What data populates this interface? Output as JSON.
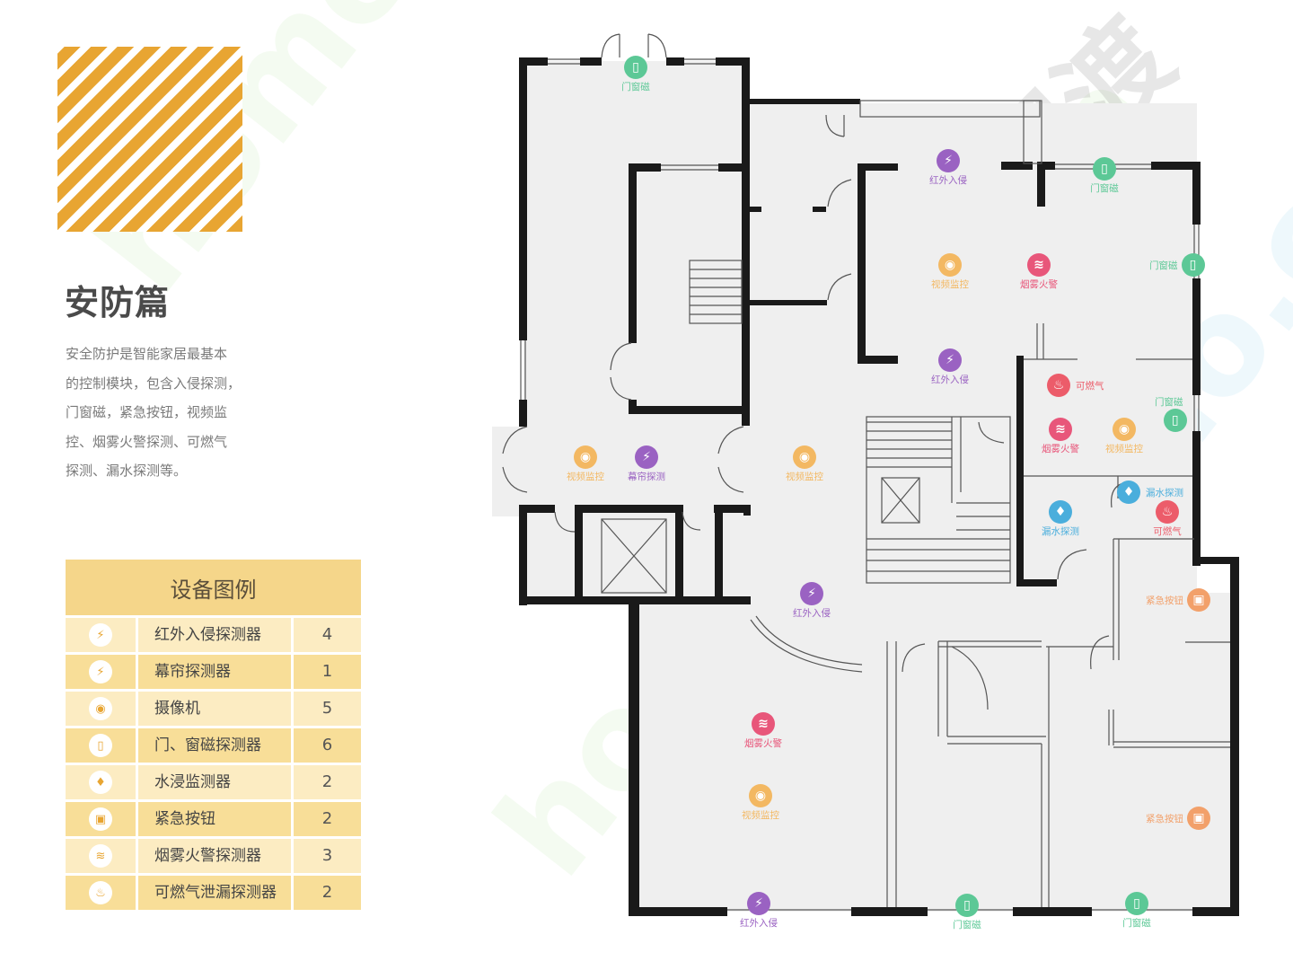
{
  "page": {
    "title": "安防篇",
    "description_lines": [
      "安全防护是智能家居最基本",
      "的控制模块，包含入侵探测，",
      "门窗磁，紧急按钮，视频监",
      "控、烟雾火警探测、可燃气",
      "探测、漏水探测等。"
    ]
  },
  "legend": {
    "heading": "设备图例",
    "rows": [
      {
        "icon": "infrared-intrusion-icon",
        "name": "红外入侵探测器",
        "count": "4"
      },
      {
        "icon": "curtain-detector-icon",
        "name": "幕帘探测器",
        "count": "1"
      },
      {
        "icon": "camera-icon",
        "name": "摄像机",
        "count": "5"
      },
      {
        "icon": "door-magnet-icon",
        "name": "门、窗磁探测器",
        "count": "6"
      },
      {
        "icon": "water-leak-icon",
        "name": "水浸监测器",
        "count": "2"
      },
      {
        "icon": "emergency-button-icon",
        "name": "紧急按钮",
        "count": "2"
      },
      {
        "icon": "smoke-fire-icon",
        "name": "烟雾火警探测器",
        "count": "3"
      },
      {
        "icon": "gas-leak-icon",
        "name": "可燃气泄漏探测器",
        "count": "2"
      }
    ]
  },
  "colors": {
    "door": "#5cc896",
    "infrared": "#9a62c2",
    "camera": "#f3b862",
    "smoke": "#e8567a",
    "gas": "#ec5c6a",
    "water": "#4aaedc",
    "emergency": "#f2a06a",
    "legend_head": "#f5d68a",
    "stripe": "#e8a532"
  },
  "floorplan": {
    "devices": [
      {
        "type": "door",
        "icon": "door-magnet-icon",
        "label": "门窗磁"
      },
      {
        "type": "door",
        "icon": "door-magnet-icon",
        "label": "门窗磁"
      },
      {
        "type": "door",
        "icon": "door-magnet-icon",
        "label": "门窗磁"
      },
      {
        "type": "door",
        "icon": "door-magnet-icon",
        "label": "门窗磁"
      },
      {
        "type": "door",
        "icon": "door-magnet-icon",
        "label": "门窗磁"
      },
      {
        "type": "door",
        "icon": "door-magnet-icon",
        "label": "门窗磁"
      },
      {
        "type": "infrared",
        "icon": "infrared-intrusion-icon",
        "label": "红外入侵"
      },
      {
        "type": "infrared",
        "icon": "infrared-intrusion-icon",
        "label": "红外入侵"
      },
      {
        "type": "infrared",
        "icon": "infrared-intrusion-icon",
        "label": "红外入侵"
      },
      {
        "type": "infrared",
        "icon": "infrared-intrusion-icon",
        "label": "红外入侵"
      },
      {
        "type": "infrared",
        "icon": "curtain-detector-icon",
        "label": "幕帘探测"
      },
      {
        "type": "camera",
        "icon": "camera-icon",
        "label": "视频监控"
      },
      {
        "type": "camera",
        "icon": "camera-icon",
        "label": "视频监控"
      },
      {
        "type": "camera",
        "icon": "camera-icon",
        "label": "视频监控"
      },
      {
        "type": "camera",
        "icon": "camera-icon",
        "label": "视频监控"
      },
      {
        "type": "camera",
        "icon": "camera-icon",
        "label": "视频监控"
      },
      {
        "type": "smoke",
        "icon": "smoke-fire-icon",
        "label": "烟雾火警"
      },
      {
        "type": "smoke",
        "icon": "smoke-fire-icon",
        "label": "烟雾火警"
      },
      {
        "type": "smoke",
        "icon": "smoke-fire-icon",
        "label": "烟雾火警"
      },
      {
        "type": "gas",
        "icon": "gas-leak-icon",
        "label": "可燃气"
      },
      {
        "type": "gas",
        "icon": "gas-leak-icon",
        "label": "可燃气"
      },
      {
        "type": "water",
        "icon": "water-leak-icon",
        "label": "漏水探测"
      },
      {
        "type": "water",
        "icon": "water-leak-icon",
        "label": "漏水探测"
      },
      {
        "type": "emergency",
        "icon": "emergency-button-icon",
        "label": "紧急按钮"
      },
      {
        "type": "emergency",
        "icon": "emergency-button-icon",
        "label": "紧急按钮"
      }
    ]
  },
  "watermark": {
    "text": "homedo.com",
    "brand": "河姆渡"
  }
}
